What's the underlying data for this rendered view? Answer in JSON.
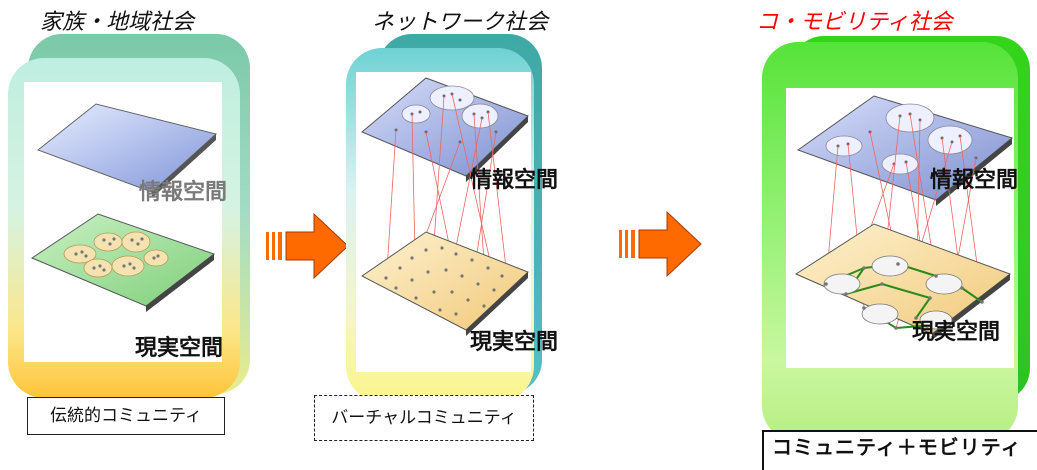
{
  "panels": [
    {
      "title": "家族・地域社会",
      "title_color": "#111111",
      "info_label": "情報空間",
      "info_label_color": "#7a7a7a",
      "real_label": "現実空間",
      "real_label_color": "#111111",
      "caption": "伝統的コミュニティ"
    },
    {
      "title": "ネットワーク社会",
      "title_color": "#111111",
      "info_label": "情報空間",
      "info_label_color": "#111111",
      "real_label": "現実空間",
      "real_label_color": "#111111",
      "caption": "バーチャルコミュニティ"
    },
    {
      "title": "コ・モビリティ社会",
      "title_color": "#ff0000",
      "info_label": "情報空間",
      "info_label_color": "#111111",
      "real_label": "現実空間",
      "real_label_color": "#111111",
      "caption": "コミュニティ＋モビリティ"
    }
  ],
  "colors": {
    "arrow_orange": "#ff6a00",
    "green_accent": "#33dd00",
    "link_red": "#ee6666",
    "link_green": "#2a8a1a"
  }
}
